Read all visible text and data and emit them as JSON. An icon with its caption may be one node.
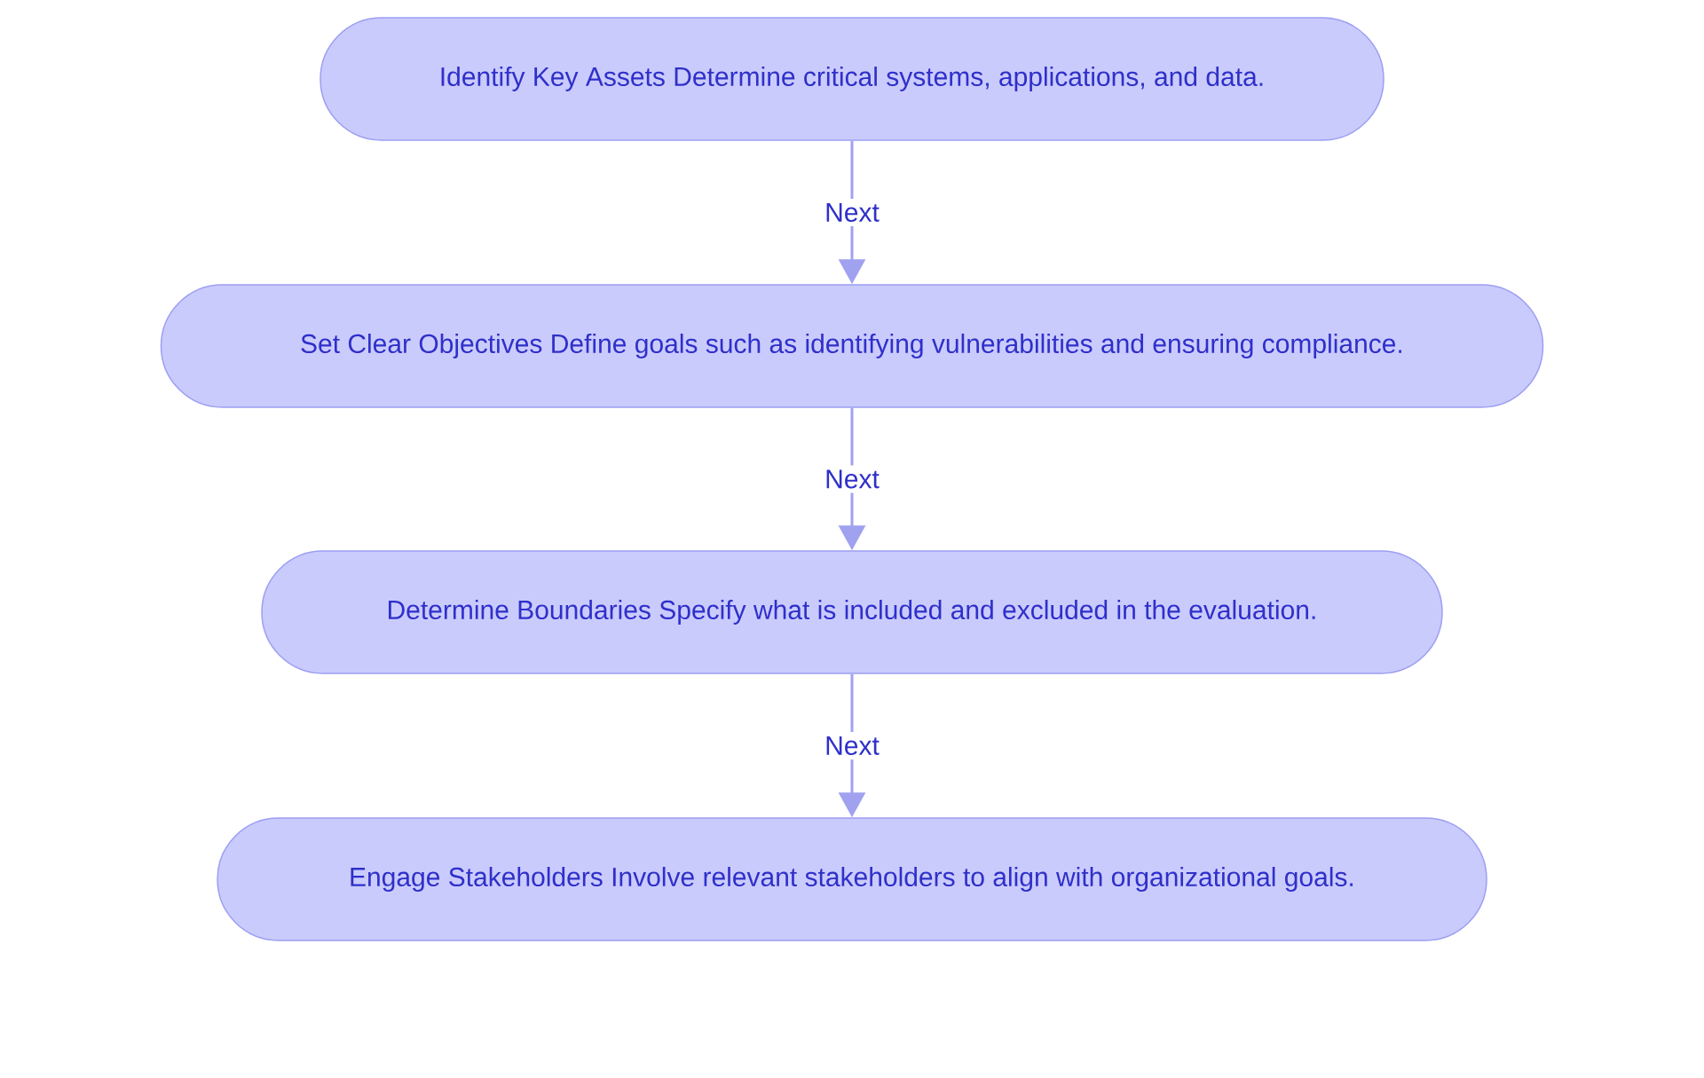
{
  "diagram": {
    "nodes": [
      {
        "text": [
          "Identify Key Assets Determine critical systems, applications, and data."
        ]
      },
      {
        "text": [
          "Set Clear Objectives Define goals such as identifying vulnerabilities and ensuring compliance."
        ]
      },
      {
        "text": [
          "Determine Boundaries Specify what is included and excluded in the evaluation."
        ]
      },
      {
        "text": [
          "Engage Stakeholders Involve relevant stakeholders to align with organizational goals."
        ]
      }
    ],
    "edges": [
      {
        "from": 0,
        "to": 1,
        "arrow": "to",
        "label": "Next"
      },
      {
        "from": 1,
        "to": 2,
        "arrow": "to",
        "label": "Next"
      },
      {
        "from": 2,
        "to": 3,
        "arrow": "to",
        "label": "Next"
      }
    ]
  }
}
